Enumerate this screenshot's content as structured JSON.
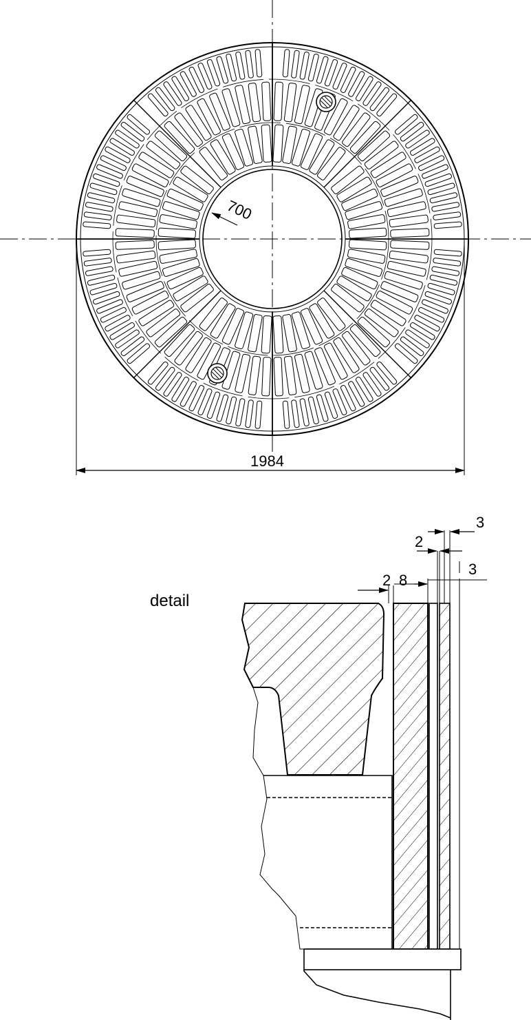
{
  "plan_view": {
    "diameter_label": "1984",
    "radius_label": "700"
  },
  "detail": {
    "label": "detail",
    "dims": [
      "2",
      "8",
      "2",
      "3",
      "3"
    ]
  },
  "colors": {
    "ink": "#000000",
    "background": "#ffffff"
  }
}
